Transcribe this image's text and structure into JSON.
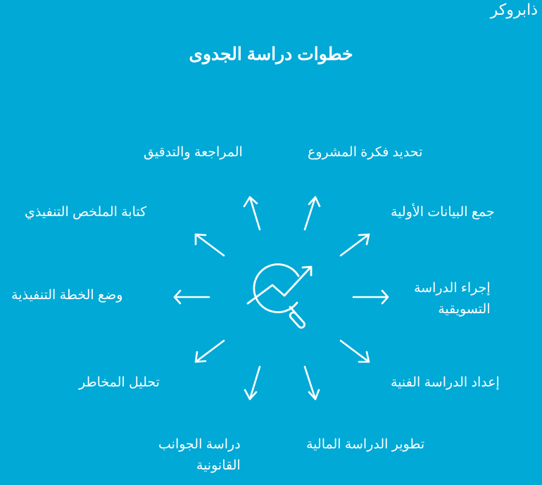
{
  "brand": "ذابروكر",
  "title": "خطوات دراسة الجدوى",
  "colors": {
    "background": "#00a9d6",
    "foreground": "#ffffff"
  },
  "center_icon": "magnifier-trend-chart-icon",
  "steps": [
    {
      "label": "تحديد فكرة المشروع"
    },
    {
      "label": "جمع البيانات الأولية"
    },
    {
      "label": "إجراء الدراسة التسويقية",
      "line1": "إجراء الدراسة",
      "line2": "التسويقية"
    },
    {
      "label": "إعداد الدراسة الفنية"
    },
    {
      "label": "تطوير الدراسة المالية"
    },
    {
      "label": "دراسة الجوانب القانونية",
      "line1": "دراسة الجوانب",
      "line2": "القانونية"
    },
    {
      "label": "تحليل المخاطر"
    },
    {
      "label": "وضع الخطة التنفيذية"
    },
    {
      "label": "كتابة الملخص التنفيذي"
    },
    {
      "label": "المراجعة والتدقيق"
    }
  ]
}
